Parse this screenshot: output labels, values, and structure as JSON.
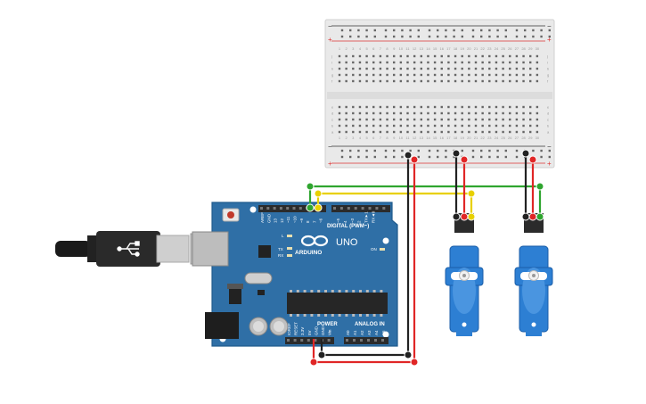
{
  "colors": {
    "board": "#2f6fa6",
    "board_edge": "#1f5a8c",
    "servo": "#2d7fd3",
    "wire_red": "#e02626",
    "wire_black": "#222222",
    "wire_green": "#2fa52f",
    "wire_yellow": "#e8d000",
    "breadboard": "#e9e9e9",
    "header": "#2b2b2b"
  },
  "breadboard": {
    "plus": "+",
    "minus": "−",
    "row_letters_top": [
      "j",
      "i",
      "h",
      "g",
      "f"
    ],
    "row_letters_bottom": [
      "e",
      "d",
      "c",
      "b",
      "a"
    ],
    "columns": [
      "1",
      "2",
      "3",
      "4",
      "5",
      "6",
      "7",
      "8",
      "9",
      "10",
      "11",
      "12",
      "13",
      "14",
      "15",
      "16",
      "17",
      "18",
      "19",
      "20",
      "21",
      "22",
      "23",
      "24",
      "25",
      "26",
      "27",
      "28",
      "29",
      "30"
    ]
  },
  "arduino": {
    "brand": "ARDUINO",
    "model": "UNO",
    "digital_label": "DIGITAL (PWM~)",
    "power_label": "POWER",
    "analog_label": "ANALOG IN",
    "on_label": "ON",
    "tx_label": "TX",
    "rx_label": "RX",
    "l_label": "L",
    "digital_pins": [
      "AREF",
      "GND",
      "13",
      "12",
      "~11",
      "~10",
      "~9",
      "8",
      "7",
      "~6",
      "~5",
      "4",
      "~3",
      "2",
      "TX►1",
      "RX◄0"
    ],
    "power_pins": [
      "IOREF",
      "RESET",
      "3.3V",
      "5V",
      "GND",
      "GND",
      "Vin"
    ],
    "analog_pins": [
      "A0",
      "A1",
      "A2",
      "A3",
      "A4",
      "A5"
    ]
  },
  "components": {
    "usb": "usb-cable",
    "servo_count": 2
  }
}
